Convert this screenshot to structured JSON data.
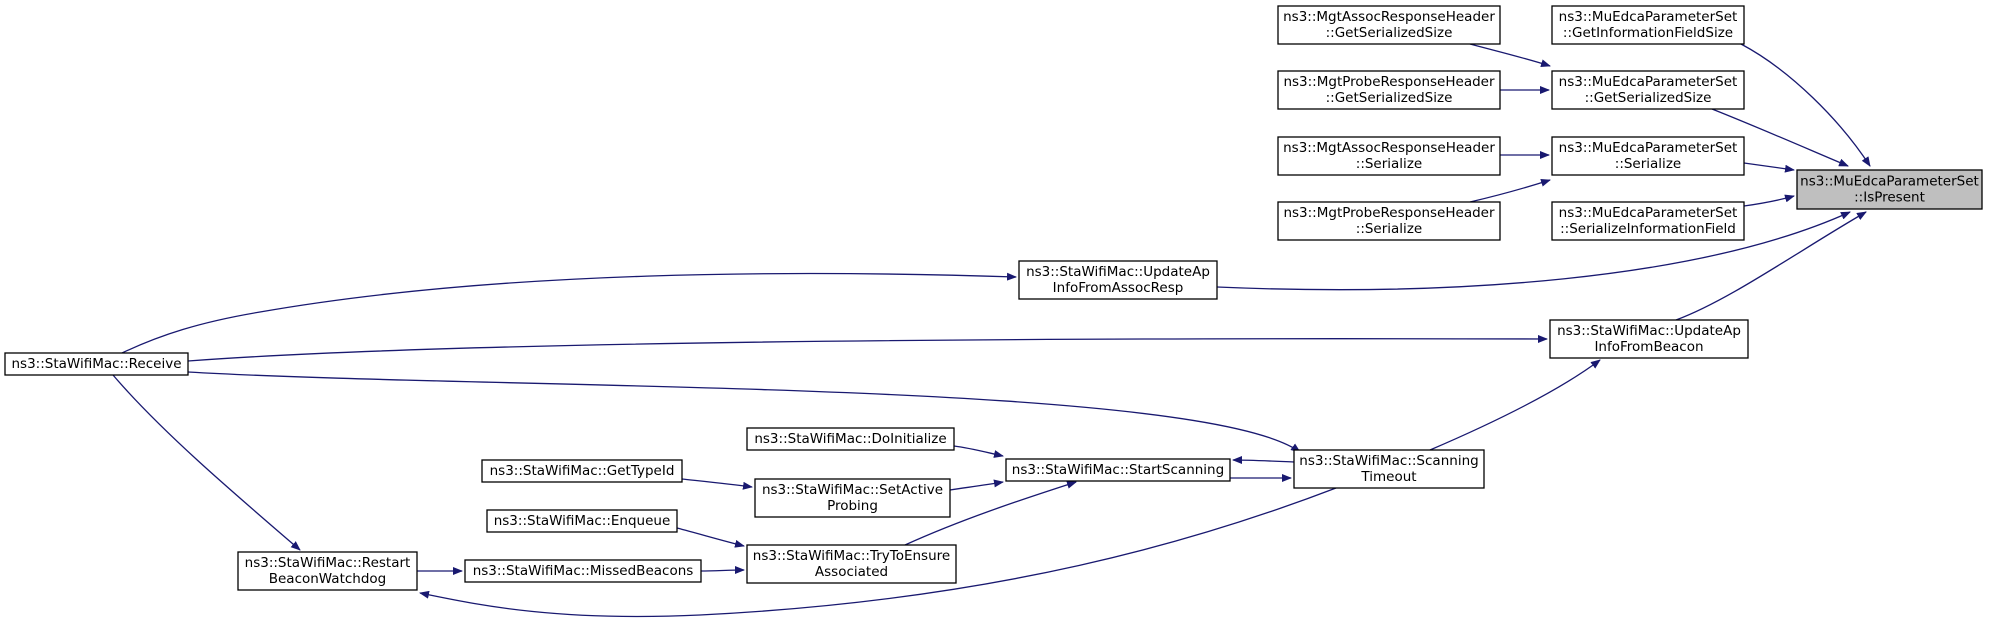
{
  "graph": {
    "colors": {
      "edge": "#191970",
      "node_fill": "#ffffff",
      "root_fill": "#bfbfbf",
      "border": "#000000"
    },
    "nodes": [
      {
        "id": "root",
        "lines": [
          "ns3::MuEdcaParameterSet",
          "::IsPresent"
        ],
        "root": true
      },
      {
        "id": "mu_get_info_size",
        "lines": [
          "ns3::MuEdcaParameterSet",
          "::GetInformationFieldSize"
        ]
      },
      {
        "id": "mu_get_ser_size",
        "lines": [
          "ns3::MuEdcaParameterSet",
          "::GetSerializedSize"
        ]
      },
      {
        "id": "mu_serialize",
        "lines": [
          "ns3::MuEdcaParameterSet",
          "::Serialize"
        ]
      },
      {
        "id": "mu_ser_info_field",
        "lines": [
          "ns3::MuEdcaParameterSet",
          "::SerializeInformationField"
        ]
      },
      {
        "id": "assoc_get_ser_size",
        "lines": [
          "ns3::MgtAssocResponseHeader",
          "::GetSerializedSize"
        ]
      },
      {
        "id": "probe_get_ser_size",
        "lines": [
          "ns3::MgtProbeResponseHeader",
          "::GetSerializedSize"
        ]
      },
      {
        "id": "assoc_serialize",
        "lines": [
          "ns3::MgtAssocResponseHeader",
          "::Serialize"
        ]
      },
      {
        "id": "probe_serialize",
        "lines": [
          "ns3::MgtProbeResponseHeader",
          "::Serialize"
        ]
      },
      {
        "id": "update_ap_assoc",
        "lines": [
          "ns3::StaWifiMac::UpdateAp",
          "InfoFromAssocResp"
        ]
      },
      {
        "id": "update_ap_beacon",
        "lines": [
          "ns3::StaWifiMac::UpdateAp",
          "InfoFromBeacon"
        ]
      },
      {
        "id": "receive",
        "lines": [
          "ns3::StaWifiMac::Receive"
        ]
      },
      {
        "id": "scanning_timeout",
        "lines": [
          "ns3::StaWifiMac::Scanning",
          "Timeout"
        ]
      },
      {
        "id": "start_scanning",
        "lines": [
          "ns3::StaWifiMac::StartScanning"
        ]
      },
      {
        "id": "do_initialize",
        "lines": [
          "ns3::StaWifiMac::DoInitialize"
        ]
      },
      {
        "id": "set_active_probing",
        "lines": [
          "ns3::StaWifiMac::SetActive",
          "Probing"
        ]
      },
      {
        "id": "get_type_id",
        "lines": [
          "ns3::StaWifiMac::GetTypeId"
        ]
      },
      {
        "id": "enqueue",
        "lines": [
          "ns3::StaWifiMac::Enqueue"
        ]
      },
      {
        "id": "try_to_ensure",
        "lines": [
          "ns3::StaWifiMac::TryToEnsure",
          "Associated"
        ]
      },
      {
        "id": "missed_beacons",
        "lines": [
          "ns3::StaWifiMac::MissedBeacons"
        ]
      },
      {
        "id": "restart_watchdog",
        "lines": [
          "ns3::StaWifiMac::Restart",
          "BeaconWatchdog"
        ]
      }
    ],
    "edges": [
      {
        "from": "mu_get_info_size",
        "to": "root"
      },
      {
        "from": "mu_get_ser_size",
        "to": "root"
      },
      {
        "from": "mu_serialize",
        "to": "root"
      },
      {
        "from": "mu_ser_info_field",
        "to": "root"
      },
      {
        "from": "update_ap_assoc",
        "to": "root"
      },
      {
        "from": "update_ap_beacon",
        "to": "root"
      },
      {
        "from": "assoc_get_ser_size",
        "to": "mu_get_ser_size"
      },
      {
        "from": "probe_get_ser_size",
        "to": "mu_get_ser_size"
      },
      {
        "from": "assoc_serialize",
        "to": "mu_serialize"
      },
      {
        "from": "probe_serialize",
        "to": "mu_serialize"
      },
      {
        "from": "receive",
        "to": "update_ap_assoc"
      },
      {
        "from": "receive",
        "to": "update_ap_beacon"
      },
      {
        "from": "receive",
        "to": "scanning_timeout"
      },
      {
        "from": "receive",
        "to": "restart_watchdog"
      },
      {
        "from": "scanning_timeout",
        "to": "update_ap_beacon"
      },
      {
        "from": "scanning_timeout",
        "to": "start_scanning"
      },
      {
        "from": "start_scanning",
        "to": "scanning_timeout"
      },
      {
        "from": "scanning_timeout",
        "to": "restart_watchdog"
      },
      {
        "from": "do_initialize",
        "to": "start_scanning"
      },
      {
        "from": "set_active_probing",
        "to": "start_scanning"
      },
      {
        "from": "try_to_ensure",
        "to": "start_scanning"
      },
      {
        "from": "get_type_id",
        "to": "set_active_probing"
      },
      {
        "from": "enqueue",
        "to": "try_to_ensure"
      },
      {
        "from": "missed_beacons",
        "to": "try_to_ensure"
      },
      {
        "from": "restart_watchdog",
        "to": "missed_beacons"
      }
    ]
  }
}
